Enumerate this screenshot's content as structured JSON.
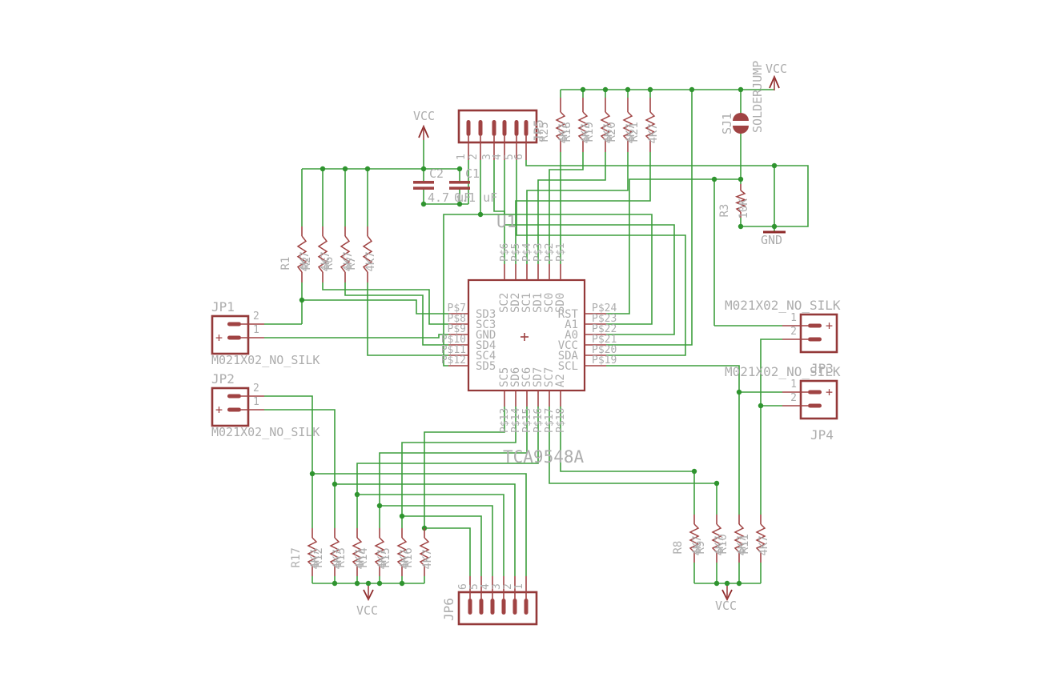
{
  "u1": {
    "name": "U1",
    "value": "TCA9548A",
    "pins_left": [
      {
        "num": "P$7",
        "label": "SD3"
      },
      {
        "num": "P$8",
        "label": "SC3"
      },
      {
        "num": "P$9",
        "label": "GND"
      },
      {
        "num": "P$10",
        "label": "SD4"
      },
      {
        "num": "P$11",
        "label": "SC4"
      },
      {
        "num": "P$12",
        "label": "SD5"
      }
    ],
    "pins_right": [
      {
        "num": "P$24",
        "label": "RST"
      },
      {
        "num": "P$23",
        "label": "A1"
      },
      {
        "num": "P$22",
        "label": "A0"
      },
      {
        "num": "P$21",
        "label": "VCC"
      },
      {
        "num": "P$20",
        "label": "SDA"
      },
      {
        "num": "P$19",
        "label": "SCL"
      }
    ],
    "pins_top": [
      {
        "num": "P$6",
        "label": "SC2"
      },
      {
        "num": "P$5",
        "label": "SD2"
      },
      {
        "num": "P$4",
        "label": "SC1"
      },
      {
        "num": "P$3",
        "label": "SD1"
      },
      {
        "num": "P$2",
        "label": "SC0"
      },
      {
        "num": "P$1",
        "label": "SD0"
      }
    ],
    "pins_bottom": [
      {
        "num": "P$13",
        "label": "SC5"
      },
      {
        "num": "P$14",
        "label": "SD6"
      },
      {
        "num": "P$15",
        "label": "SC6"
      },
      {
        "num": "P$16",
        "label": "SD7"
      },
      {
        "num": "P$17",
        "label": "SC7"
      },
      {
        "num": "P$18",
        "label": "A2"
      }
    ]
  },
  "connectors": {
    "jp1": {
      "name": "JP1",
      "silk": "M021X02_NO_SILK",
      "pins": [
        "2",
        "1"
      ],
      "plus": "+"
    },
    "jp2": {
      "name": "JP2",
      "silk": "M021X02_NO_SILK",
      "pins": [
        "2",
        "1"
      ],
      "plus": "+"
    },
    "jp3": {
      "name": "JP3",
      "silk": "M021X02_NO_SILK",
      "pins": [
        "1",
        "2"
      ],
      "plus": "+"
    },
    "jp4": {
      "name": "JP4",
      "silk": "M021X02_NO_SILK",
      "pins": [
        "1",
        "2"
      ],
      "plus": "+"
    },
    "jp5": {
      "name": "JP5",
      "pins": [
        "1",
        "2",
        "3",
        "4",
        "5",
        "6"
      ]
    },
    "jp6": {
      "name": "JP6",
      "pins": [
        "6",
        "5",
        "4",
        "3",
        "2",
        "1"
      ]
    }
  },
  "resistors": {
    "left": [
      {
        "name": "R1",
        "value": "4K7"
      },
      {
        "name": "R2",
        "value": "4K7"
      },
      {
        "name": "R6",
        "value": "4K7"
      },
      {
        "name": "R7",
        "value": "4K7"
      }
    ],
    "top": [
      {
        "name": "R25",
        "value": "4K7"
      },
      {
        "name": "R18",
        "value": "4K7"
      },
      {
        "name": "R19",
        "value": "4K7"
      },
      {
        "name": "R20",
        "value": "4K7"
      },
      {
        "name": "R21",
        "value": "4K7"
      }
    ],
    "bottom_left": [
      {
        "name": "R17",
        "value": "4K7"
      },
      {
        "name": "R12",
        "value": "4K7"
      },
      {
        "name": "R13",
        "value": "4K7"
      },
      {
        "name": "R14",
        "value": "4K7"
      },
      {
        "name": "R15",
        "value": "4K7"
      },
      {
        "name": "R16",
        "value": "4K7"
      }
    ],
    "bottom_right": [
      {
        "name": "R8",
        "value": "4K7"
      },
      {
        "name": "R9",
        "value": "4K7"
      },
      {
        "name": "R10",
        "value": "4K7"
      },
      {
        "name": "R11",
        "value": "4K7"
      }
    ],
    "r3": {
      "name": "R3",
      "value": "10K"
    }
  },
  "capacitors": [
    {
      "name": "C2",
      "value": "4.7 uF"
    },
    {
      "name": "C1",
      "value": "0.1 uF"
    }
  ],
  "jumper": {
    "name": "SJ1",
    "value": "SOLDERJUMP"
  },
  "power": {
    "vcc": "VCC",
    "gnd": "GND"
  },
  "colors": {
    "wire": "#3d9e3d",
    "junction": "#2f942f",
    "component": "#a04343",
    "box": "#943939",
    "text": "#adadad",
    "power": "#8e2a2a",
    "bg": "#ffffff"
  }
}
